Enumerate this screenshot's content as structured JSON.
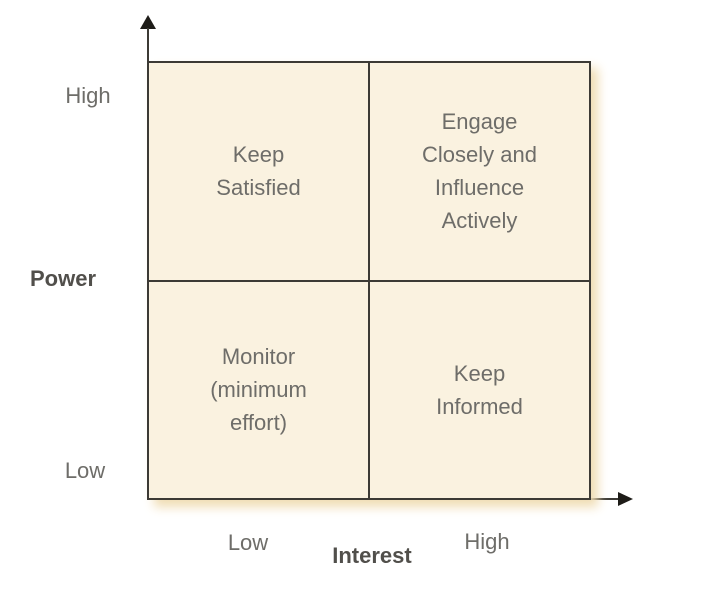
{
  "axes": {
    "y": {
      "title": "Power",
      "high": "High",
      "low": "Low"
    },
    "x": {
      "title": "Interest",
      "low": "Low",
      "high": "High"
    }
  },
  "quadrants": {
    "top_left": "Keep\nSatisfied",
    "top_right": "Engage\nClosely and\nInfluence\nActively",
    "bottom_left": "Monitor\n(minimum\neffort)",
    "bottom_right": "Keep\nInformed"
  },
  "colors": {
    "background": "#ffffff",
    "quadrant_fill": "#faf2e0",
    "border": "#3c3a35",
    "arrow": "#1e1c18",
    "text": "#6e6d69",
    "axis_label": "#514f4b",
    "shadow": "#f0ddb4"
  }
}
